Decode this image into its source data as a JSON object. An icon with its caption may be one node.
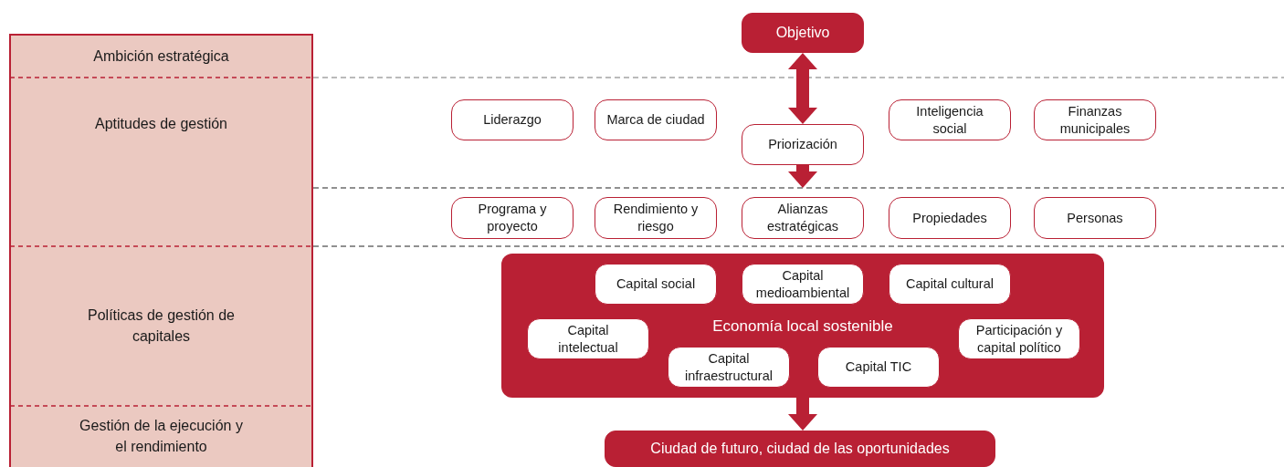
{
  "diagram": {
    "nodes": [
      {
        "text": [
          "Ambición estratégica"
        ]
      },
      {
        "text": [
          "Aptitudes de gestión"
        ]
      },
      {
        "text": [
          "Políticas de gestión de capitales"
        ]
      },
      {
        "text": [
          "Gestión de la ejecución y el rendimiento"
        ]
      },
      {
        "text": [
          "Objetivo"
        ]
      },
      {
        "text": [
          "Liderazgo"
        ]
      },
      {
        "text": [
          "Marca de ciudad"
        ]
      },
      {
        "text": [
          "Priorización"
        ]
      },
      {
        "text": [
          "Inteligencia social"
        ]
      },
      {
        "text": [
          "Finanzas municipales"
        ]
      },
      {
        "text": [
          "Programa y proyecto"
        ]
      },
      {
        "text": [
          "Rendimiento y riesgo"
        ]
      },
      {
        "text": [
          "Alianzas estratégicas"
        ]
      },
      {
        "text": [
          "Propiedades"
        ]
      },
      {
        "text": [
          "Personas"
        ]
      },
      {
        "text": [
          "Economía local sostenible"
        ]
      },
      {
        "text": [
          "Capital social"
        ],
        "in": 15
      },
      {
        "text": [
          "Capital medioambiental"
        ],
        "in": 15
      },
      {
        "text": [
          "Capital cultural"
        ],
        "in": 15
      },
      {
        "text": [
          "Capital intelectual"
        ],
        "in": 15
      },
      {
        "text": [
          "Capital infraestructural"
        ],
        "in": 15
      },
      {
        "text": [
          "Capital TIC"
        ],
        "in": 15
      },
      {
        "text": [
          "Participación y capital político"
        ],
        "in": 15
      },
      {
        "text": [
          "Ciudad de futuro, ciudad de las oportunidades"
        ]
      }
    ],
    "edges": [
      {
        "from": 4,
        "to": 7,
        "arrow": "both"
      },
      {
        "from": 7,
        "to": 12,
        "arrow": "to"
      },
      {
        "from": 15,
        "to": 23,
        "arrow": "to"
      }
    ]
  }
}
